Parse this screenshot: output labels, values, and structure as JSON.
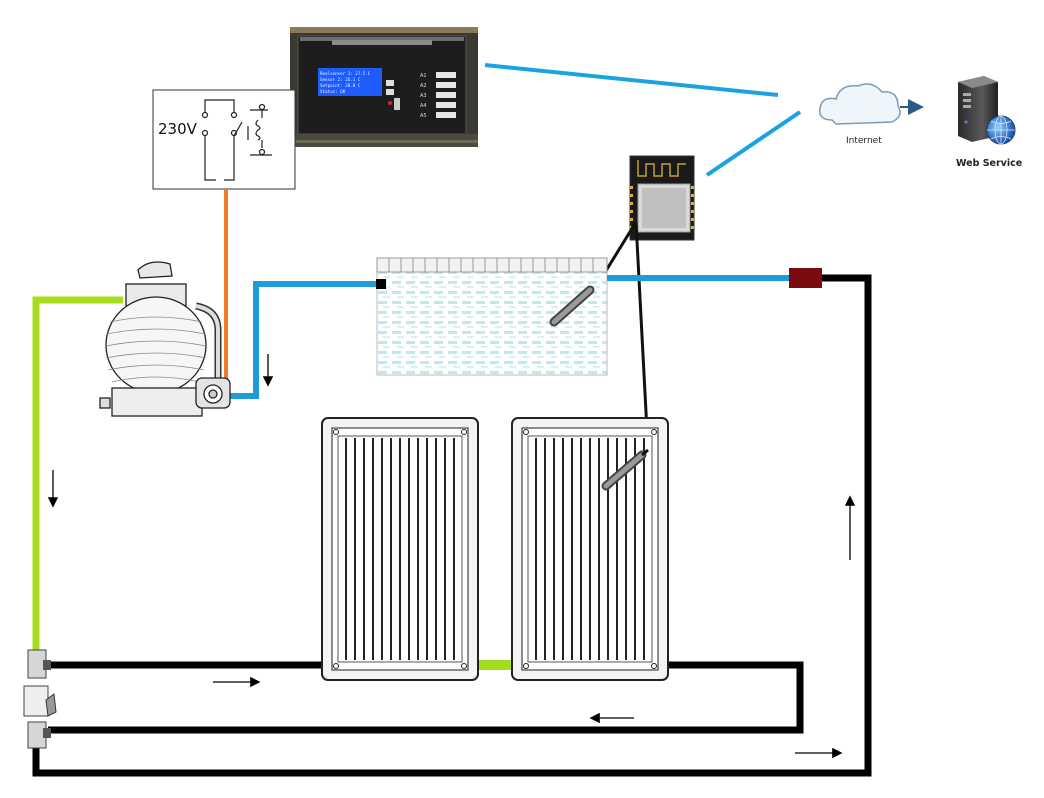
{
  "labels": {
    "voltage": "230V",
    "internet": "Internet",
    "web_service": "Web Service"
  },
  "controller_panel": {
    "lcd_lines": [
      "Realsensor 1: 27.5 C",
      "Sensor 2:  26.1 C",
      "Setpoint: 28.0 C",
      "Status: OK"
    ],
    "channels": [
      "A1",
      "A2",
      "A3",
      "A4",
      "A5"
    ]
  },
  "colors": {
    "suction_pipe": "#a6dc1e",
    "network_link": "#1aa3e0",
    "return_pipe": "#1f9bdc",
    "power_line": "#f07a2a",
    "collector_pipe": "#000000",
    "valve_block": "#7a0b10"
  },
  "icons": [
    "cloud-icon",
    "server-icon",
    "globe-icon",
    "wifi-module-icon",
    "pump-filter-icon",
    "relay-icon",
    "temperature-probe-icon",
    "flow-arrow-icon"
  ]
}
